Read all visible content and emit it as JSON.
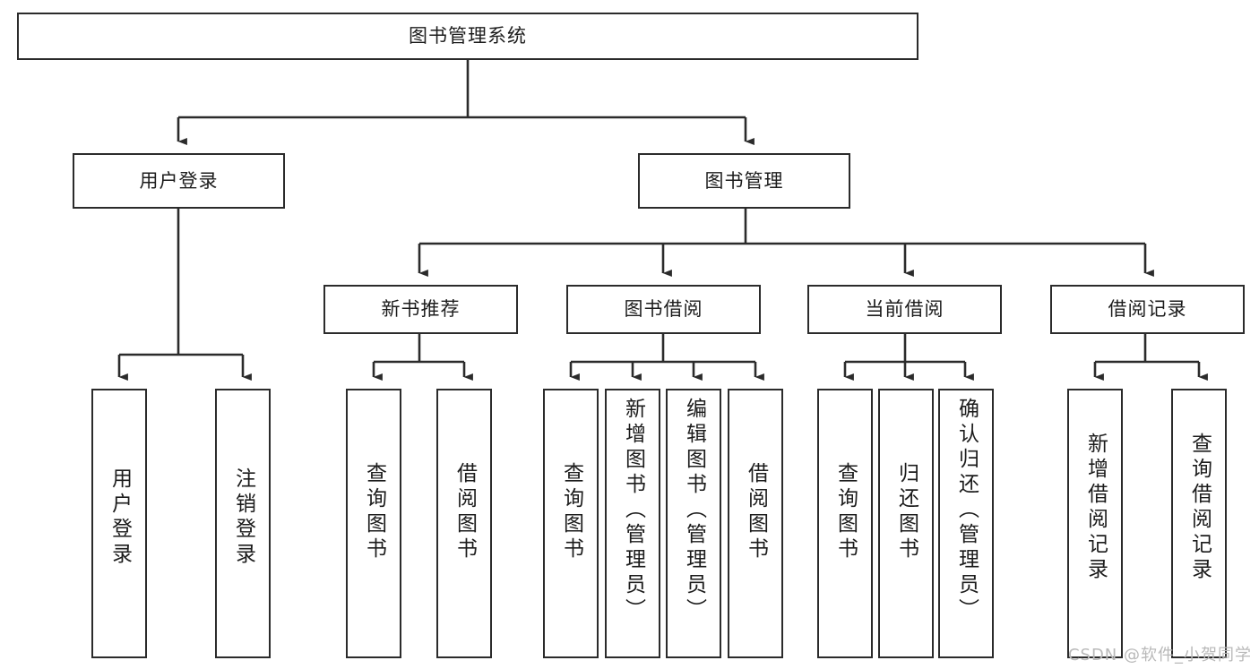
{
  "diagram": {
    "type": "tree",
    "title": "图书管理系统",
    "watermark": "CSDN @软件_小贺同学",
    "colors": {
      "box_border": "#2b2b2b",
      "box_fill": "#ffffff",
      "line": "#2b2b2b",
      "text": "#1c1c1c",
      "watermark": "#b9b9b9"
    },
    "root": {
      "label": "图书管理系统"
    },
    "level2": [
      {
        "id": "user-login",
        "label": "用户登录"
      },
      {
        "id": "book-manage",
        "label": "图书管理"
      }
    ],
    "level3": [
      {
        "id": "new-book-rec",
        "label": "新书推荐",
        "parent": "book-manage"
      },
      {
        "id": "book-borrow",
        "label": "图书借阅",
        "parent": "book-manage"
      },
      {
        "id": "current-borrow",
        "label": "当前借阅",
        "parent": "book-manage"
      },
      {
        "id": "borrow-record",
        "label": "借阅记录",
        "parent": "book-manage"
      }
    ],
    "leaves": [
      {
        "id": "leaf-user-login",
        "label": "用户登录",
        "parent": "user-login"
      },
      {
        "id": "leaf-logout",
        "label": "注销登录",
        "parent": "user-login"
      },
      {
        "id": "leaf-query-book-1",
        "label": "查询图书",
        "parent": "new-book-rec"
      },
      {
        "id": "leaf-borrow-book-1",
        "label": "借阅图书",
        "parent": "new-book-rec"
      },
      {
        "id": "leaf-query-book-2",
        "label": "查询图书",
        "parent": "book-borrow"
      },
      {
        "id": "leaf-add-book",
        "label": "新增图书（管理员）",
        "parent": "book-borrow"
      },
      {
        "id": "leaf-edit-book",
        "label": "编辑图书（管理员）",
        "parent": "book-borrow"
      },
      {
        "id": "leaf-borrow-book-2",
        "label": "借阅图书",
        "parent": "book-borrow"
      },
      {
        "id": "leaf-query-book-3",
        "label": "查询图书",
        "parent": "current-borrow"
      },
      {
        "id": "leaf-return-book",
        "label": "归还图书",
        "parent": "current-borrow"
      },
      {
        "id": "leaf-confirm-return",
        "label": "确认归还（管理员）",
        "parent": "current-borrow"
      },
      {
        "id": "leaf-add-record",
        "label": "新增借阅记录",
        "parent": "borrow-record"
      },
      {
        "id": "leaf-query-record",
        "label": "查询借阅记录",
        "parent": "borrow-record"
      }
    ]
  }
}
